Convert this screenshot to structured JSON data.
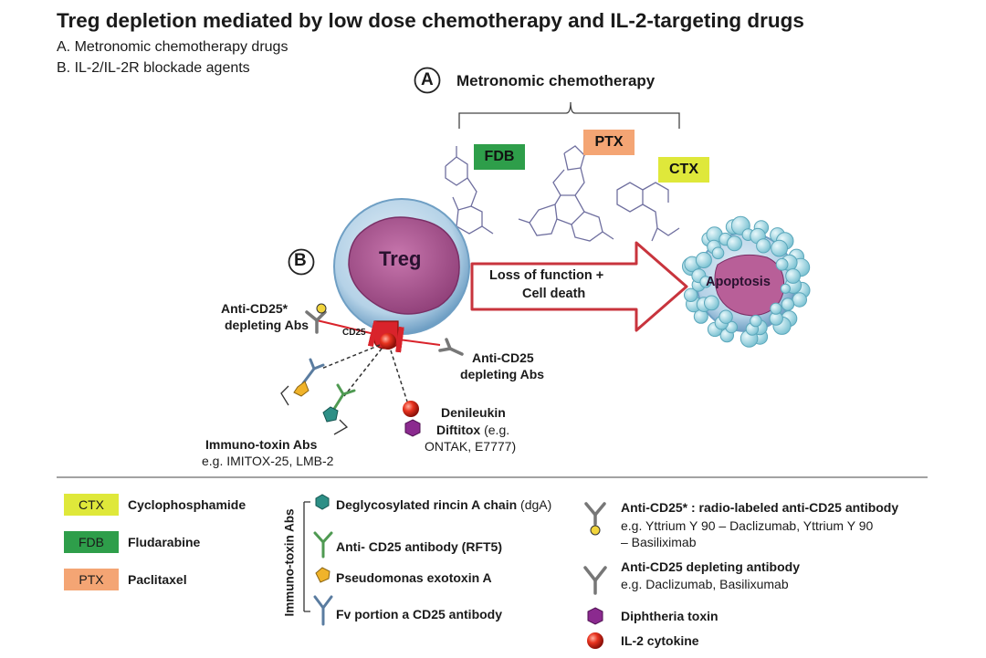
{
  "title": "Treg depletion mediated by low dose chemotherapy and IL-2-targeting drugs",
  "subtitle_lines": [
    "A. Metronomic chemotherapy drugs",
    "B. IL-2/IL-2R blockade agents"
  ],
  "section_a": {
    "letter": "A",
    "label": "Metronomic chemotherapy"
  },
  "section_b": {
    "letter": "B"
  },
  "drugs": {
    "fdb": "FDB",
    "ptx": "PTX",
    "ctx": "CTX"
  },
  "cell": {
    "treg": "Treg",
    "apoptosis": "Apoptosis",
    "cd25": "CD25"
  },
  "arrow": {
    "line1": "Loss of function +",
    "line2": "Cell death"
  },
  "labels": {
    "anti_cd25_star_1": "Anti-CD25*",
    "anti_cd25_star_2": "depleting Abs",
    "anti_cd25_1": "Anti-CD25",
    "anti_cd25_2": "depleting Abs",
    "denileukin_1": "Denileukin",
    "denileukin_2": "Diftitox",
    "denileukin_3": "(e.g.",
    "denileukin_4": "ONTAK, E7777)",
    "immunotoxin_1": "Immuno-toxin Abs",
    "immunotoxin_2": "e.g. IMITOX-25, LMB-2"
  },
  "legend": {
    "ctx": {
      "abbr": "CTX",
      "name": "Cyclophosphamide"
    },
    "fdb": {
      "abbr": "FDB",
      "name": "Fludarabine"
    },
    "ptx": {
      "abbr": "PTX",
      "name": "Paclitaxel"
    },
    "immunotoxin_group": "Immuno-toxin Abs",
    "dga": "Deglycosylated rincin A chain",
    "dga_abbr": "(dgA)",
    "rft5": "Anti- CD25 antibody (RFT5)",
    "pseudomonas": "Pseudomonas exotoxin A",
    "fv": "Fv portion a CD25 antibody",
    "radio_title": "Anti-CD25* : radio-labeled anti-CD25  antibody",
    "radio_ex1": "e.g. Yttrium Y 90 –  Daclizumab, Yttrium Y 90",
    "radio_ex2": "–  Basiliximab",
    "depl_title": "Anti-CD25 depleting antibody",
    "depl_ex": "e.g. Daclizumab, Basilixumab",
    "diphtheria": "Diphtheria toxin",
    "il2": "IL-2 cytokine"
  },
  "colors": {
    "fdb": "#2e9e4a",
    "ptx": "#f4a574",
    "ctx": "#dfe83a",
    "arrow": "#c8343d",
    "treg_body": "#b85f98",
    "treg_ring": "#8ab6d6",
    "apoptosis_bubble": "#aee0ea",
    "receptor": "#d9232b"
  }
}
